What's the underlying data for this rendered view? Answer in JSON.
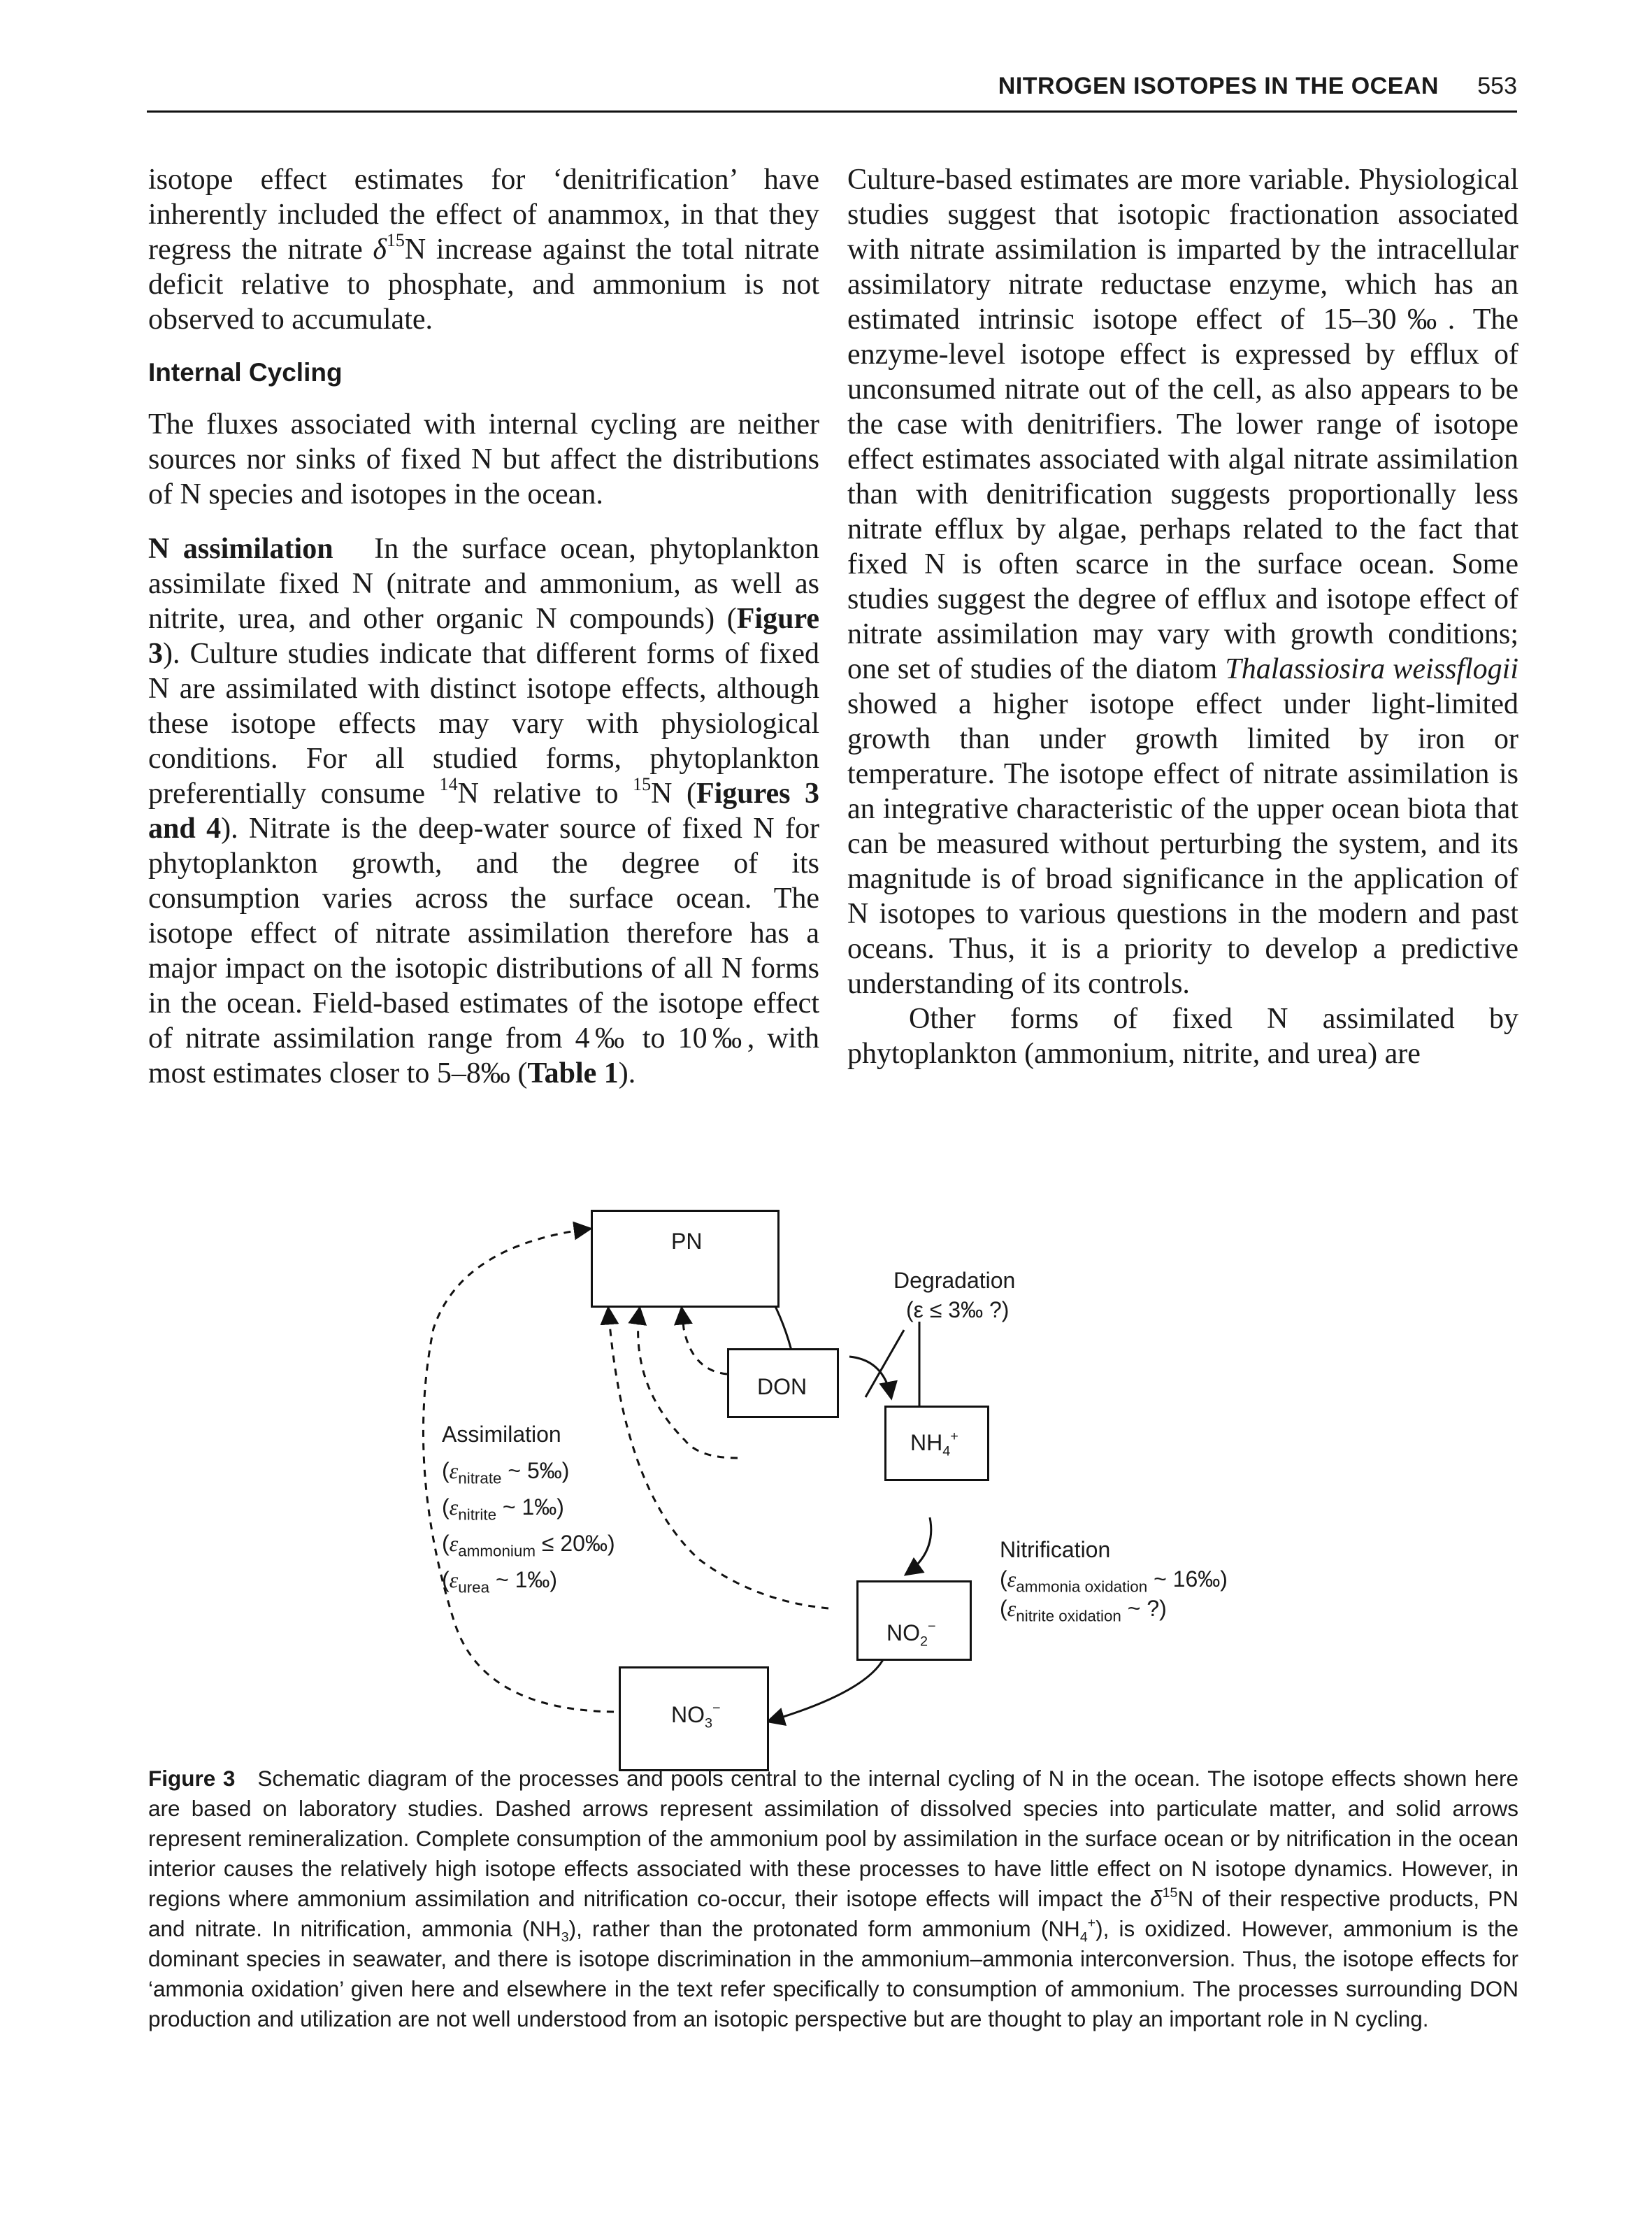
{
  "header": {
    "title": "NITROGEN ISOTOPES IN THE OCEAN",
    "page_number": "553"
  },
  "left_column": {
    "p1": "isotope effect estimates for ‘denitrification’ have inherently included the effect of anammox, in that they regress the nitrate δ15N increase against the total nitrate deficit relative to phosphate, and ammonium is not observed to accumulate.",
    "section_heading": "Internal Cycling",
    "p2": "The fluxes associated with internal cycling are neither sources nor sinks of fixed N but affect the distributions of N species and isotopes in the ocean.",
    "p3_head": "N assimilation",
    "p3": "In the surface ocean, phytoplankton assimilate fixed N (nitrate and ammonium, as well as nitrite, urea, and other organic N compounds) (Figure 3). Culture studies indicate that different forms of fixed N are assimilated with distinct isotope effects, although these isotope effects may vary with physiological conditions. For all studied forms, phytoplankton preferentially consume 14N relative to 15N (Figures 3 and 4). Nitrate is the deep-water source of fixed N for phytoplankton growth, and the degree of its consumption varies across the surface ocean. The isotope effect of nitrate assimilation therefore has a major impact on the isotopic distributions of all N forms in the ocean. Field-based estimates of the isotope effect of nitrate assimilation range from 4‰ to 10‰, with most estimates closer to 5–8‰ (Table 1)."
  },
  "right_column": {
    "p1": "Culture-based estimates are more variable. Physiological studies suggest that isotopic fractionation associated with nitrate assimilation is imparted by the intracellular assimilatory nitrate reductase enzyme, which has an estimated intrinsic isotope effect of 15–30‰. The enzyme-level isotope effect is expressed by efflux of unconsumed nitrate out of the cell, as also appears to be the case with denitrifiers. The lower range of isotope effect estimates associated with algal nitrate assimilation than with denitrification suggests proportionally less nitrate efflux by algae, perhaps related to the fact that fixed N is often scarce in the surface ocean. Some studies suggest the degree of efflux and isotope effect of nitrate assimilation may vary with growth conditions; one set of studies of the diatom Thalassiosira weissflogii showed a higher isotope effect under light-limited growth than under growth limited by iron or temperature. The isotope effect of nitrate assimilation is an integrative characteristic of the upper ocean biota that can be measured without perturbing the system, and its magnitude is of broad significance in the application of N isotopes to various questions in the modern and past oceans. Thus, it is a priority to develop a predictive understanding of its controls.",
    "p2": "Other forms of fixed N assimilated by phytoplankton (ammonium, nitrite, and urea) are"
  },
  "figure": {
    "boxes": {
      "pn": "PN",
      "don": "DON",
      "nh4": "NH4+",
      "no2": "NO2−",
      "no3": "NO3−"
    },
    "degradation": {
      "title": "Degradation",
      "effect": "(ε ≤ 3‰ ?)"
    },
    "assimilation": {
      "title": "Assimilation",
      "nitrate": "(εnitrate ~ 5‰)",
      "nitrite": "(εnitrite ~ 1‰)",
      "ammonium": "(εammonium ≤ 20‰)",
      "urea": "(εurea ~ 1‰)"
    },
    "nitrification": {
      "title": "Nitrification",
      "ammonia_oxidation": "(εammonia oxidation ~ 16‰)",
      "nitrite_oxidation": "(εnitrite oxidation ~ ?)"
    }
  },
  "caption": {
    "label": "Figure 3",
    "text": "Schematic diagram of the processes and pools central to the internal cycling of N in the ocean. The isotope effects shown here are based on laboratory studies. Dashed arrows represent assimilation of dissolved species into particulate matter, and solid arrows represent remineralization. Complete consumption of the ammonium pool by assimilation in the surface ocean or by nitrification in the ocean interior causes the relatively high isotope effects associated with these processes to have little effect on N isotope dynamics. However, in regions where ammonium assimilation and nitrification co-occur, their isotope effects will impact the δ15N of their respective products, PN and nitrate. In nitrification, ammonia (NH3), rather than the protonated form ammonium (NH4+), is oxidized. However, ammonium is the dominant species in seawater, and there is isotope discrimination in the ammonium–ammonia interconversion. Thus, the isotope effects for ‘ammonia oxidation’ given here and elsewhere in the text refer specifically to consumption of ammonium. The processes surrounding DON production and utilization are not well understood from an isotopic perspective but are thought to play an important role in N cycling."
  }
}
